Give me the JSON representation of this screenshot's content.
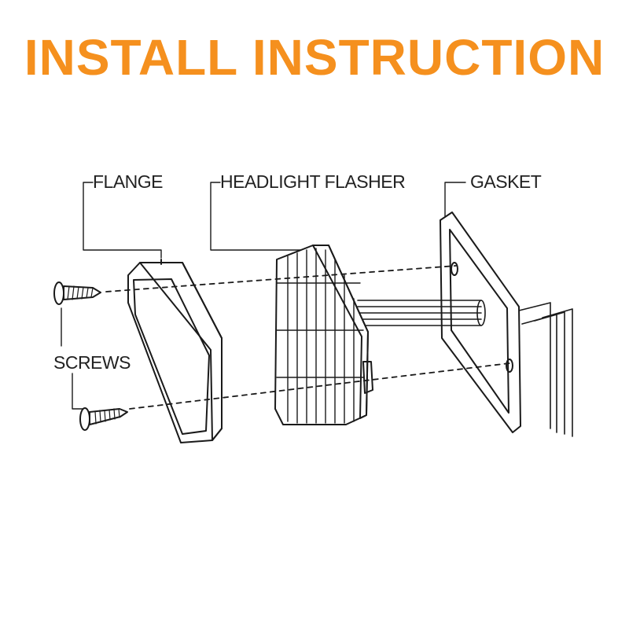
{
  "title": {
    "text": "INSTALL INSTRUCTION",
    "color": "#F5901E"
  },
  "labels": {
    "flange": "FLANGE",
    "headlight_flasher": "HEADLIGHT FLASHER",
    "gasket": "GASKET",
    "screws": "SCREWS"
  },
  "colors": {
    "line": "#1a1a1a",
    "background": "#ffffff"
  }
}
